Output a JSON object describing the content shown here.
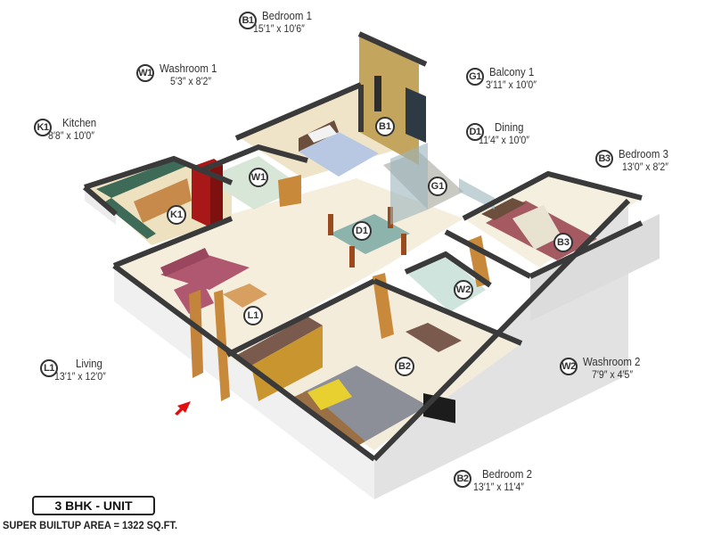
{
  "plan": {
    "unit_label": "3 BHK - UNIT",
    "area_label": "SUPER BUILTUP AREA = 1322 SQ.FT.",
    "rooms": [
      {
        "code": "B1",
        "name": "Bedroom 1",
        "dims": "15′1″ x 10′6″"
      },
      {
        "code": "W1",
        "name": "Washroom 1",
        "dims": "5′3″ x 8′2″"
      },
      {
        "code": "K1",
        "name": "Kitchen",
        "dims": "8′8″ x 10′0″"
      },
      {
        "code": "G1",
        "name": "Balcony 1",
        "dims": "3′11″ x 10′0″"
      },
      {
        "code": "D1",
        "name": "Dining",
        "dims": "11′4″ x 10′0″"
      },
      {
        "code": "B3",
        "name": "Bedroom 3",
        "dims": "13′0″ x 8′2″"
      },
      {
        "code": "L1",
        "name": "Living",
        "dims": "13′1″ x 12′0″"
      },
      {
        "code": "W2",
        "name": "Washroom 2",
        "dims": "7′9″ x 4′5″"
      },
      {
        "code": "B2",
        "name": "Bedroom 2",
        "dims": "13′1″ x 11′4″"
      }
    ],
    "colors": {
      "wall_top": "#3a3a3a",
      "wall_side": "#e8e8e8",
      "floor": "#f3ead6",
      "accent_wall": "#c7a860",
      "entry_arrow": "#e01010",
      "fridge": "#a81818",
      "sofa": "#b05870",
      "door": "#c88a3a",
      "bed3": "#a45a60"
    }
  }
}
